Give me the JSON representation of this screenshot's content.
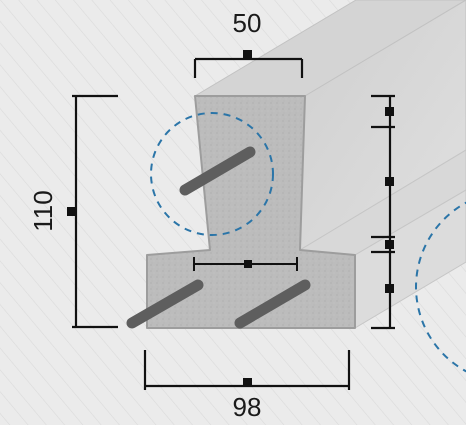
{
  "dimensions": {
    "top_width": "50",
    "height": "110",
    "bottom_width": "98"
  },
  "colors": {
    "background": "#ebebeb",
    "hatch": "#d9d9d9",
    "concrete_face": "#b9b9b9",
    "concrete_outline": "#9c9c9c",
    "concrete_side": "#d2d2d2",
    "rebar": "#5d5d5d",
    "dimension_line": "#111111",
    "detail_circle": "#2a74a8"
  },
  "icons": {
    "rebar_bars": "rebar-icon",
    "detail_markers": "dashed-circle"
  }
}
